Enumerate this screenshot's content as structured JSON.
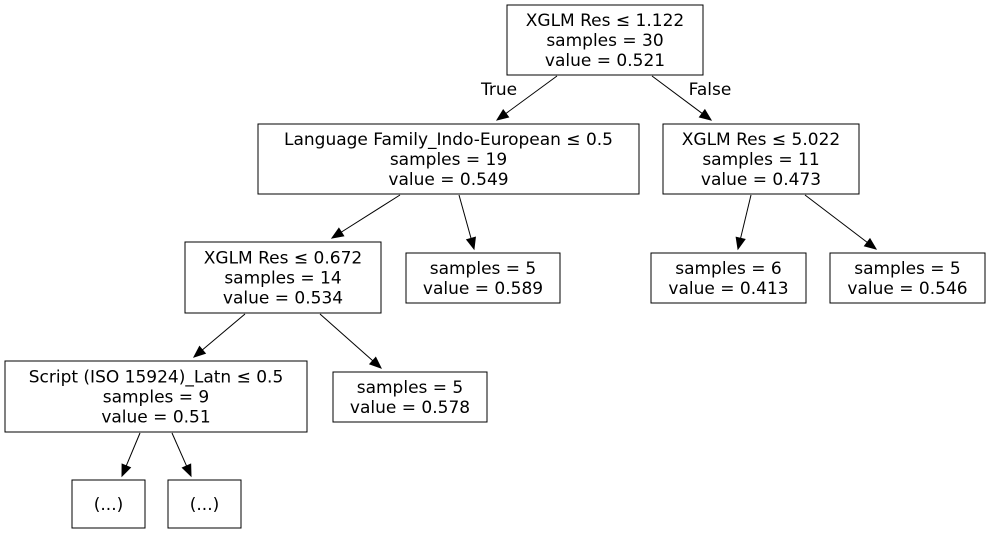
{
  "tree": {
    "nodes": [
      {
        "id": "n0",
        "lines": [
          "XGLM Res ≤ 1.122",
          "samples = 30",
          "value = 0.521"
        ]
      },
      {
        "id": "n1",
        "lines": [
          "Language Family_Indo-European ≤ 0.5",
          "samples = 19",
          "value = 0.549"
        ]
      },
      {
        "id": "n2",
        "lines": [
          "XGLM Res ≤ 5.022",
          "samples = 11",
          "value = 0.473"
        ]
      },
      {
        "id": "n3",
        "lines": [
          "XGLM Res ≤ 0.672",
          "samples = 14",
          "value = 0.534"
        ]
      },
      {
        "id": "n4",
        "lines": [
          "samples = 5",
          "value = 0.589"
        ]
      },
      {
        "id": "n5",
        "lines": [
          "samples = 6",
          "value = 0.413"
        ]
      },
      {
        "id": "n6",
        "lines": [
          "samples = 5",
          "value = 0.546"
        ]
      },
      {
        "id": "n7",
        "lines": [
          "Script (ISO 15924)_Latn ≤ 0.5",
          "samples = 9",
          "value = 0.51"
        ]
      },
      {
        "id": "n8",
        "lines": [
          "samples = 5",
          "value = 0.578"
        ]
      },
      {
        "id": "n9",
        "lines": [
          "(...)"
        ]
      },
      {
        "id": "n10",
        "lines": [
          "(...)"
        ]
      }
    ],
    "edges": [
      {
        "from": "n0",
        "to": "n1",
        "label": "True"
      },
      {
        "from": "n0",
        "to": "n2",
        "label": "False"
      },
      {
        "from": "n1",
        "to": "n3",
        "label": ""
      },
      {
        "from": "n1",
        "to": "n4",
        "label": ""
      },
      {
        "from": "n2",
        "to": "n5",
        "label": ""
      },
      {
        "from": "n2",
        "to": "n6",
        "label": ""
      },
      {
        "from": "n3",
        "to": "n7",
        "label": ""
      },
      {
        "from": "n3",
        "to": "n8",
        "label": ""
      },
      {
        "from": "n7",
        "to": "n9",
        "label": ""
      },
      {
        "from": "n7",
        "to": "n10",
        "label": ""
      }
    ]
  }
}
